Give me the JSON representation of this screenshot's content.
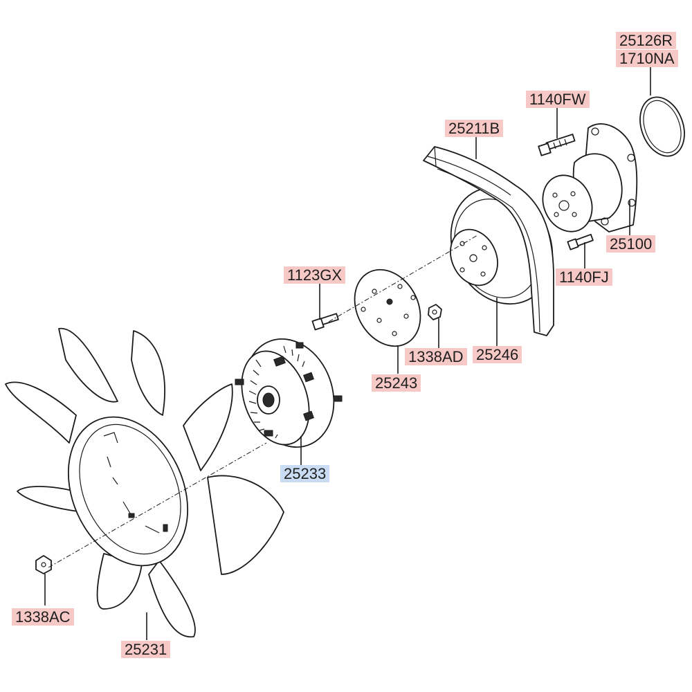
{
  "colors": {
    "label_bg": "#f7c9c6",
    "label_highlight_bg": "#c9dcf4",
    "line": "#1a1a1a"
  },
  "labels": {
    "c25126R": "25126R",
    "c1710NA": "1710NA",
    "c1140FW": "1140FW",
    "c25211B": "25211B",
    "c25100": "25100",
    "c1140FJ": "1140FJ",
    "c1123GX": "1123GX",
    "c1338AD": "1338AD",
    "c25246": "25246",
    "c25243": "25243",
    "c25233": "25233",
    "c1338AC": "1338AC",
    "c25231": "25231"
  }
}
